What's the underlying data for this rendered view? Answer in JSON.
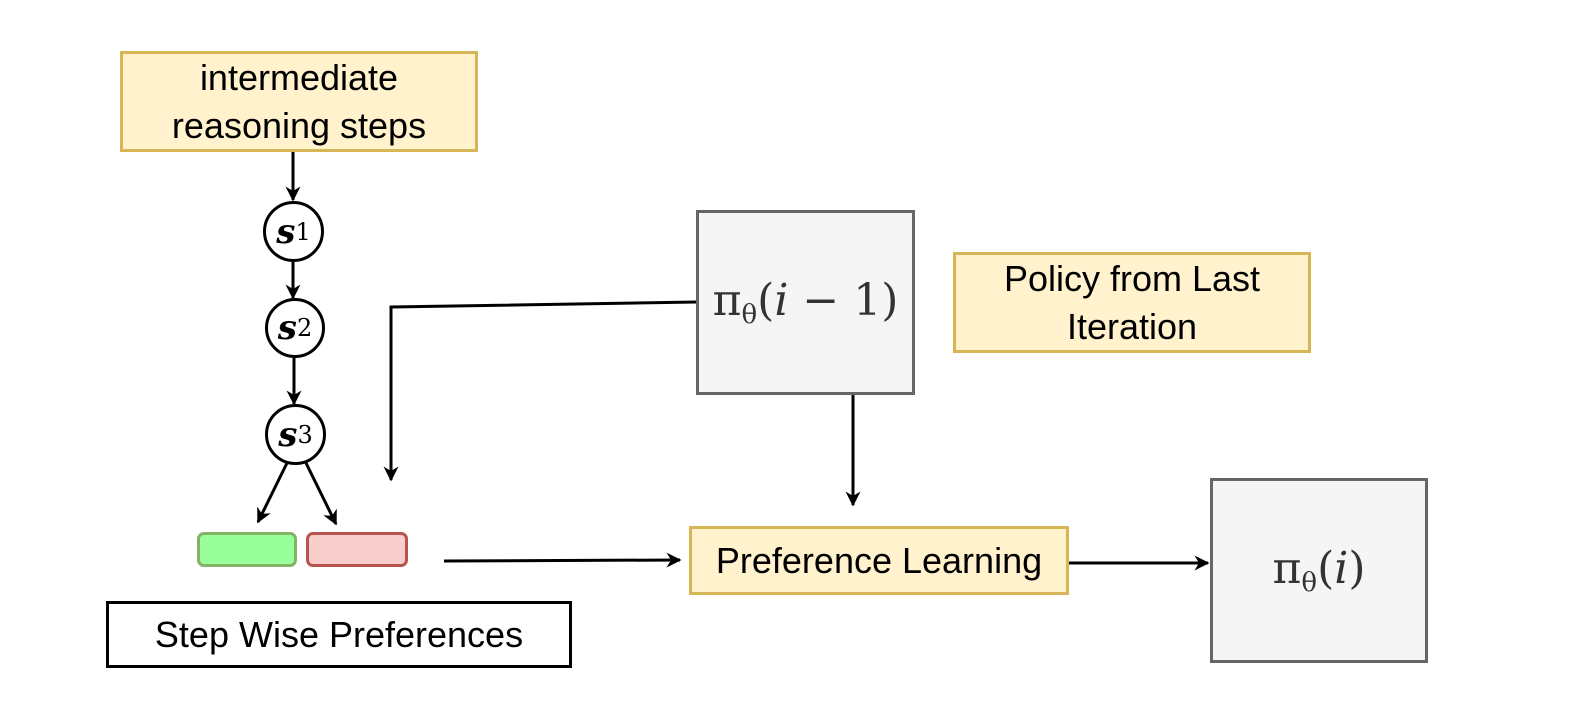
{
  "labels": {
    "reasoning_steps": [
      "intermediate",
      "reasoning steps"
    ],
    "policy_last_iteration": [
      "Policy from Last",
      "Iteration"
    ],
    "preference_learning": "Preference Learning",
    "step_wise_preferences": "Step Wise Preferences"
  },
  "states": [
    {
      "var": "s",
      "sub": "1"
    },
    {
      "var": "s",
      "sub": "2"
    },
    {
      "var": "s",
      "sub": "3"
    }
  ],
  "policies": {
    "previous": {
      "symbol": "π",
      "sub": "θ",
      "arg_open": "(",
      "arg_var": "i",
      "arg_rest": " − 1)"
    },
    "current": {
      "symbol": "π",
      "sub": "θ",
      "arg_open": "(",
      "arg_var": "i",
      "arg_rest": ")"
    }
  },
  "colors": {
    "yellow_fill": "#fff2cc",
    "yellow_border": "#d6b656",
    "gray_fill": "#f5f5f5",
    "gray_border": "#666666",
    "chosen_fill": "#99ff99",
    "chosen_border": "#82b366",
    "rejected_fill": "#f8cecc",
    "rejected_border": "#b85450"
  }
}
